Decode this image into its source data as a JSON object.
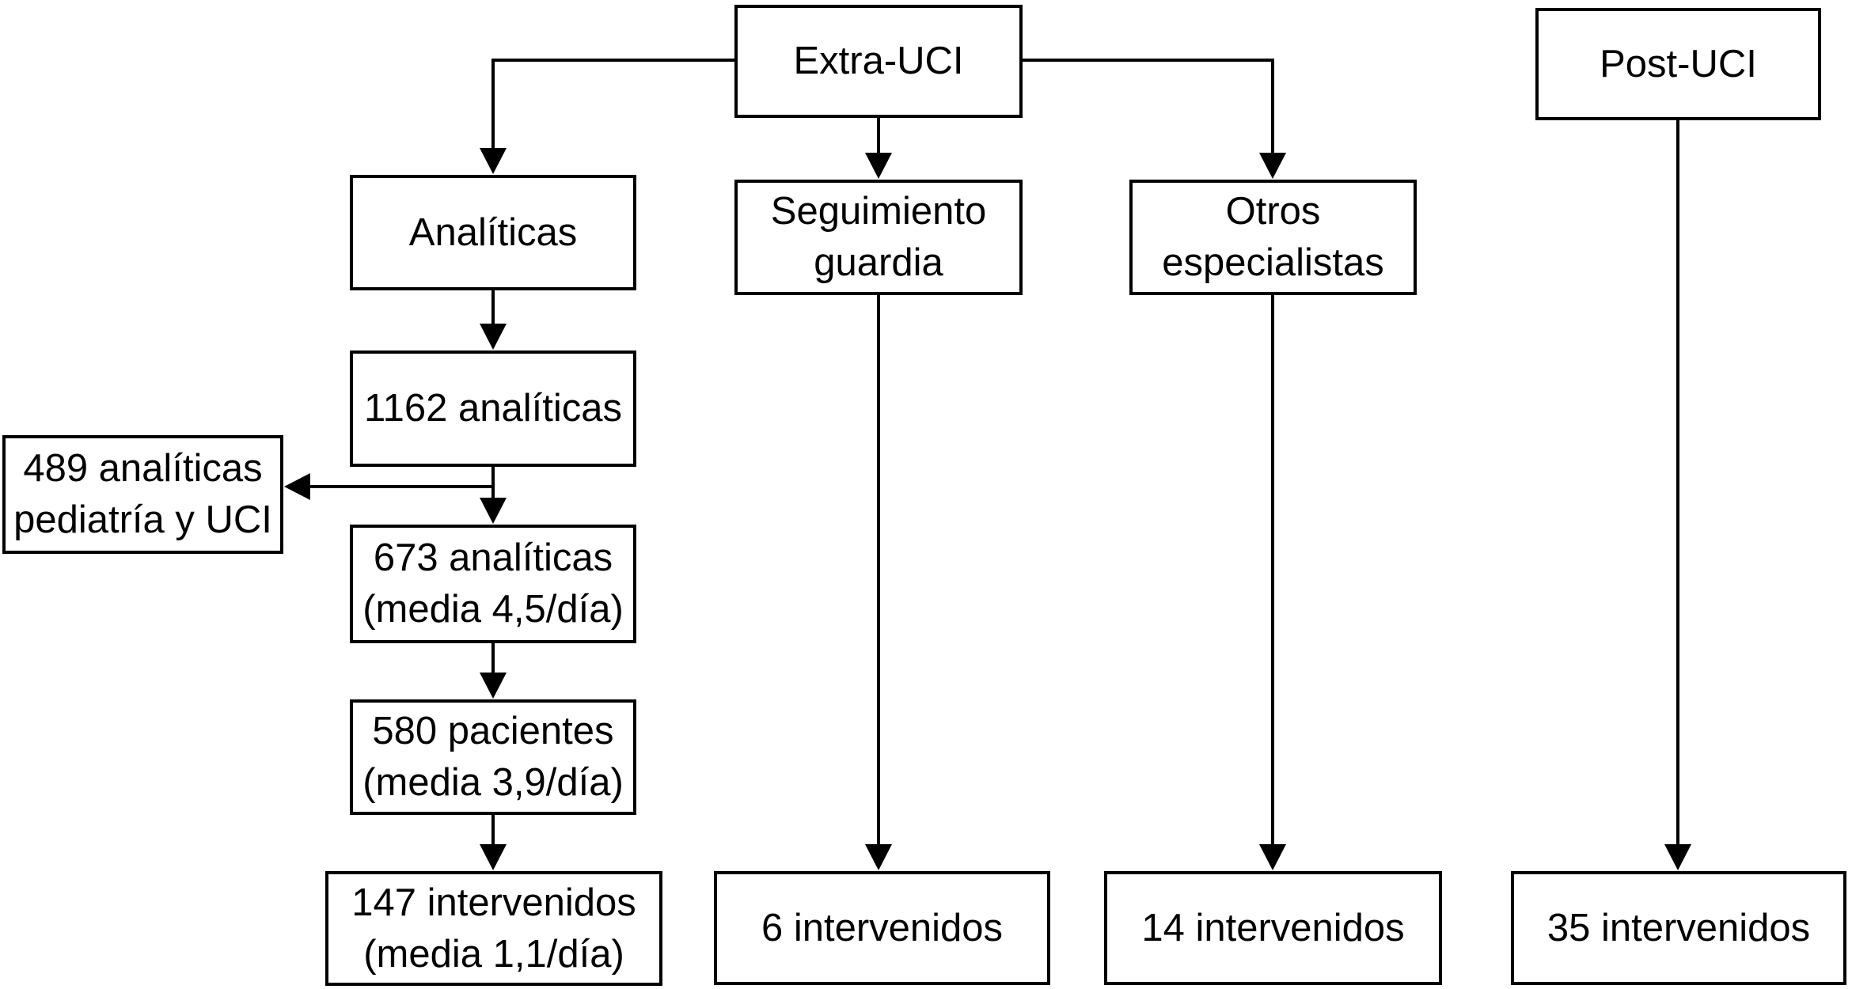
{
  "diagram": {
    "background_color": "#ffffff",
    "box_background_color": "#ffffff",
    "box_border_color": "#000000",
    "line_color": "#000000",
    "text_color": "#000000",
    "nodes": {
      "extra_uci": {
        "label": "Extra-UCI"
      },
      "post_uci": {
        "label": "Post-UCI"
      },
      "analiticas": {
        "label": "Analíticas"
      },
      "seguimiento_guardia": {
        "label": "Seguimiento\nguardia"
      },
      "otros_especialistas": {
        "label": "Otros\nespecialistas"
      },
      "analiticas_1162": {
        "label": "1162 analíticas"
      },
      "analiticas_489_pediatria_uci": {
        "label": "489 analíticas\npediatría y UCI"
      },
      "analiticas_673": {
        "label": "673 analíticas\n(media 4,5/día)"
      },
      "pacientes_580": {
        "label": "580 pacientes\n(media 3,9/día)"
      },
      "intervenidos_147": {
        "label": "147 intervenidos\n(media 1,1/día)"
      },
      "intervenidos_6": {
        "label": "6 intervenidos"
      },
      "intervenidos_14": {
        "label": "14 intervenidos"
      },
      "intervenidos_35": {
        "label": "35 intervenidos"
      }
    },
    "edges": [
      {
        "from": "extra_uci",
        "to": "analiticas"
      },
      {
        "from": "extra_uci",
        "to": "seguimiento_guardia"
      },
      {
        "from": "extra_uci",
        "to": "otros_especialistas"
      },
      {
        "from": "analiticas",
        "to": "analiticas_1162"
      },
      {
        "from": "analiticas_1162",
        "to": "analiticas_489_pediatria_uci"
      },
      {
        "from": "analiticas_1162",
        "to": "analiticas_673"
      },
      {
        "from": "analiticas_673",
        "to": "pacientes_580"
      },
      {
        "from": "pacientes_580",
        "to": "intervenidos_147"
      },
      {
        "from": "seguimiento_guardia",
        "to": "intervenidos_6"
      },
      {
        "from": "otros_especialistas",
        "to": "intervenidos_14"
      },
      {
        "from": "post_uci",
        "to": "intervenidos_35"
      }
    ]
  }
}
